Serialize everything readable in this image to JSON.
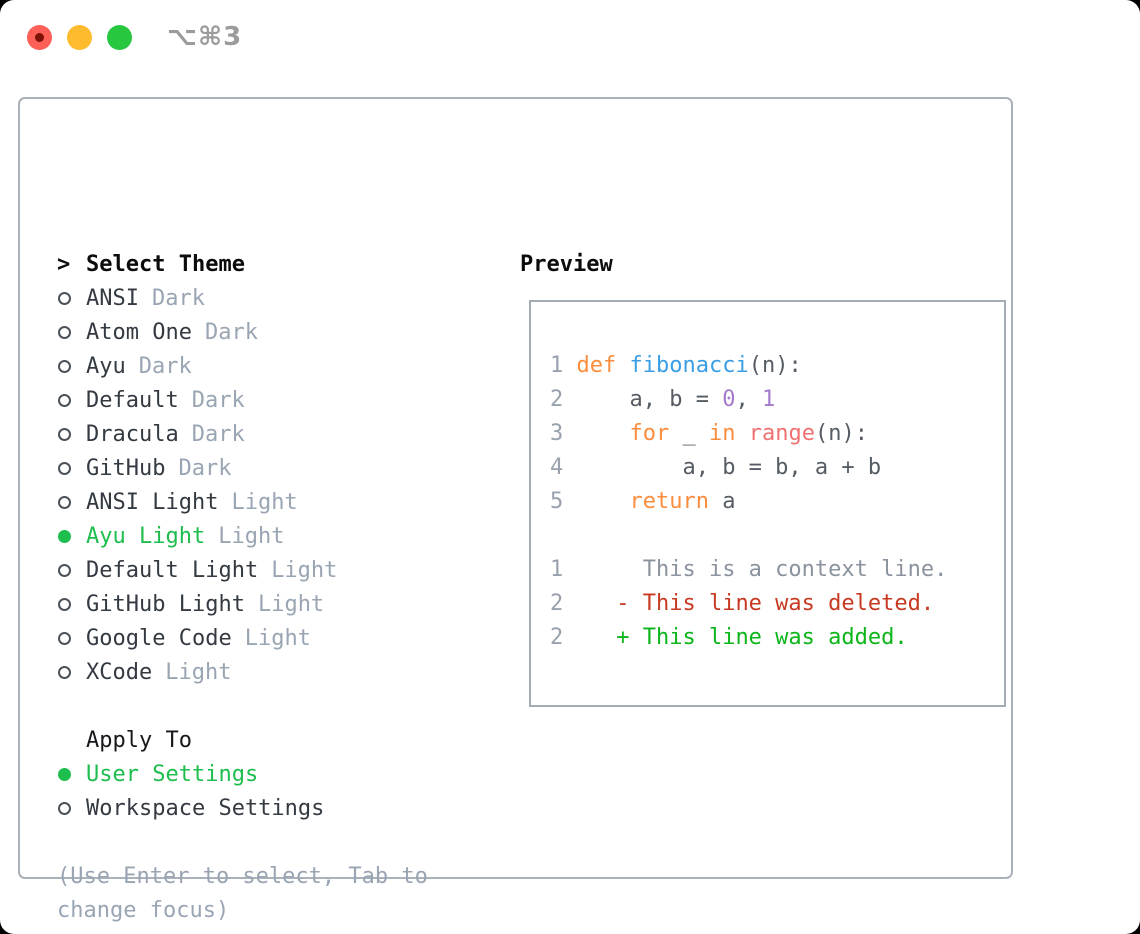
{
  "window": {
    "shortcut_label": "⌥⌘3"
  },
  "themes": {
    "cursor": ">",
    "title": "Select Theme",
    "items": [
      {
        "name": "ANSI",
        "variant": "Dark",
        "selected": false
      },
      {
        "name": "Atom One",
        "variant": "Dark",
        "selected": false
      },
      {
        "name": "Ayu",
        "variant": "Dark",
        "selected": false
      },
      {
        "name": "Default",
        "variant": "Dark",
        "selected": false
      },
      {
        "name": "Dracula",
        "variant": "Dark",
        "selected": false
      },
      {
        "name": "GitHub",
        "variant": "Dark",
        "selected": false
      },
      {
        "name": "ANSI Light",
        "variant": "Light",
        "selected": false
      },
      {
        "name": "Ayu Light",
        "variant": "Light",
        "selected": true
      },
      {
        "name": "Default Light",
        "variant": "Light",
        "selected": false
      },
      {
        "name": "GitHub Light",
        "variant": "Light",
        "selected": false
      },
      {
        "name": "Google Code",
        "variant": "Light",
        "selected": false
      },
      {
        "name": "XCode",
        "variant": "Light",
        "selected": false
      }
    ]
  },
  "apply": {
    "title": "Apply To",
    "options": [
      {
        "label": "User Settings",
        "selected": true
      },
      {
        "label": "Workspace Settings",
        "selected": false
      }
    ]
  },
  "hint": {
    "line1": "(Use Enter to select, Tab to",
    "line2": "change focus)"
  },
  "preview": {
    "title": "Preview",
    "code": [
      {
        "segs": [
          "1 ",
          "def ",
          "fibonacci",
          "(n):"
        ]
      },
      {
        "segs": [
          "2 ",
          "    a, b = ",
          "0",
          ", ",
          "1"
        ]
      },
      {
        "segs": [
          "3 ",
          "    ",
          "for",
          " _ ",
          "in",
          " ",
          "range",
          "(n):"
        ]
      },
      {
        "segs": [
          "4 ",
          "        a, b = b, a + b"
        ]
      },
      {
        "segs": [
          "5 ",
          "    ",
          "return",
          " a"
        ]
      }
    ],
    "diff": [
      {
        "num": "1 ",
        "text": "     This is a context line."
      },
      {
        "num": "2 ",
        "text": "   - This line was deleted."
      },
      {
        "num": "2 ",
        "text": "   + This line was added."
      }
    ]
  },
  "colors": {
    "accent_selected": "#1dbe4d",
    "diff_added": "#0cb51a",
    "diff_deleted": "#c73a22",
    "diff_context": "#8b939e",
    "syntax_keyword": "#fa8d3e",
    "syntax_function": "#399ee6",
    "syntax_number": "#a37acc",
    "syntax_builtin": "#f07171",
    "code_default": "#565c64",
    "line_number": "#98a1ad",
    "muted_text": "#9aa5b3",
    "border_gray": "#a9b1ba",
    "traffic_red": "#fe5f57",
    "traffic_yellow": "#febb2e",
    "traffic_green": "#27c73f"
  }
}
